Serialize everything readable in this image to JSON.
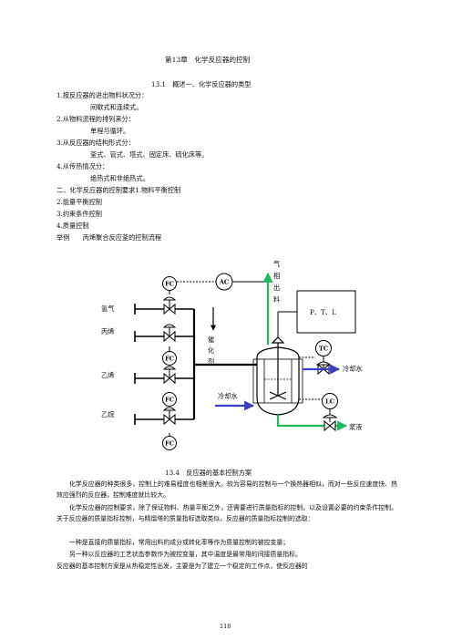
{
  "doc": {
    "chapter_title": "第13章　化学反应器的控制",
    "section_1_title": "13.1　概述一、化学反应器的类型",
    "outline": [
      {
        "text": "1.按反应器的进出物料状况分：",
        "indent": false
      },
      {
        "text": "间歇式和连续式。",
        "indent": true
      },
      {
        "text": "2.从物料流程的排列来分：",
        "indent": false
      },
      {
        "text": "单程与循环。",
        "indent": true
      },
      {
        "text": "3.从反应器的结构形式分：",
        "indent": false
      },
      {
        "text": "釜式、管式、塔式、固定床、硫化床等。",
        "indent": true
      },
      {
        "text": "4.从传热情况分：",
        "indent": false
      },
      {
        "text": "绝热式和非绝热式。",
        "indent": true
      },
      {
        "text": "二、化学反应器的控制要求1.物料平衡控制",
        "indent": false
      },
      {
        "text": "2.能量平衡控制",
        "indent": false
      },
      {
        "text": "3.约束条件控制",
        "indent": false
      },
      {
        "text": "4.质量控制",
        "indent": false
      },
      {
        "text": "举例　　丙烯聚合反应釜的控制流程",
        "indent": false
      }
    ],
    "diagram": {
      "inlets": [
        "氢气",
        "丙烯",
        "乙烯",
        "乙烷"
      ],
      "fc_label": "FC",
      "ac_label": "AC",
      "tc_label": "TC",
      "lc_label": "LC",
      "ptl_label": "P、T、L",
      "catalyst_label": "催化剂",
      "gas_out_label": "气相出料",
      "cooling_water_label": "冷却水",
      "slurry_label": "浆液"
    },
    "section_4_title": "13.4　反应器的基本控制方案",
    "paragraphs": [
      "化学反应器的种类很多，控制上的难易程度也相差很大。较为容易的控制与一个换热器相似，而对一些反应速度快、热效应强烈的反应器，控制难度就比较大。",
      "化学反应器的控制要求，除了保证物料、热量平衡之外，还需要进行质量指标的控制，以及设置必要的约束条件控制。关于反应器的质量指标控制，与精馏塔的质量指标选取类似，反应器的质量指标控制的选取：",
      "一种是直接的质量指标，常用出料的成分或转化率等作为质量控制的被控变量；",
      "另一种以反应器的工艺状态参数作为被控变量，其中温度是最常用的间接质量指标。",
      "反应器的基本控制方案是从热稳定性出发，主要是为了建立一个稳定的工作点，使反应器的"
    ],
    "page_number": "118",
    "colors": {
      "stream_green": "#1fb85c",
      "stream_blue": "#3a3fc0",
      "line": "#000000"
    }
  }
}
